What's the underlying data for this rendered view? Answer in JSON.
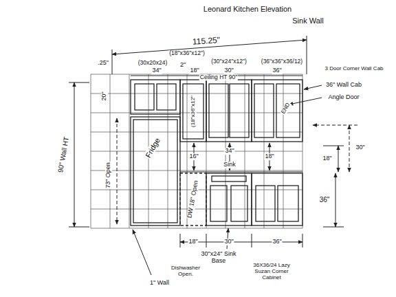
{
  "diagram": {
    "title": "Leonard Kitchen Elevation",
    "labels": [
      "Sink Wall",
      "115.25\"",
      ".25\"",
      "(30x20x24)",
      "2\"",
      "(18\"x36\"x12\")",
      "(30\"x24\"x12\")",
      "(36\"x36\"x36/12)",
      "34\"",
      "18\"",
      "30\"",
      "36\"",
      "20\"",
      "Ceiling HT 90\"",
      "(18\"x36\"x12\"",
      "3 Door Corner Wall Cab",
      "36\" Wall Cab",
      "Angle Door",
      "END",
      "90\" Wall HT",
      "73\" Open",
      "Fridge",
      "16\"",
      "34\"",
      "Sink",
      "18\"",
      "18\"",
      "30\"",
      "36\"",
      "DW 18\" Open",
      "30\"x24\" Sink Base",
      "1\" Wall",
      "18\"",
      "30\"",
      "36\"",
      "Dishwasher Open.",
      "36X36/24 Lazy Suzan Corner Cabinet"
    ]
  }
}
